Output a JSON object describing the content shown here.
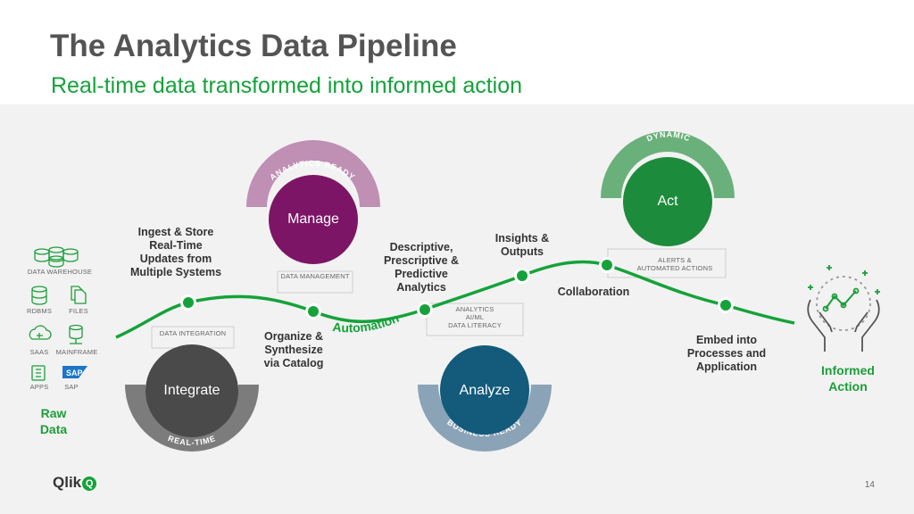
{
  "title": "The Analytics Data Pipeline",
  "subtitle": "Real-time data transformed into informed action",
  "sources": {
    "data_warehouse": "DATA WAREHOUSE",
    "rdbms": "RDBMS",
    "files": "FILES",
    "saas": "SAAS",
    "mainframe": "MAINFRAME",
    "apps": "APPS",
    "sap": "SAP",
    "sap_logo": "SAP"
  },
  "raw_data": [
    "Raw",
    "Data"
  ],
  "stages": {
    "integrate": {
      "label": "Integrate",
      "arc": "REAL-TIME",
      "box": "DATA INTEGRATION"
    },
    "manage": {
      "label": "Manage",
      "arc": "ANALYTICS READY",
      "box": "DATA MANAGEMENT"
    },
    "analyze": {
      "label": "Analyze",
      "arc": "BUSINESS READY",
      "box": [
        "ANALYTICS",
        "AI/ML",
        "DATA LITERACY"
      ]
    },
    "act": {
      "label": "Act",
      "arc": "DYNAMIC",
      "box": [
        "ALERTS &",
        "AUTOMATED ACTIONS"
      ]
    }
  },
  "steps": {
    "ingest": [
      "Ingest & Store",
      "Real-Time",
      "Updates from",
      "Multiple Systems"
    ],
    "organize": [
      "Organize &",
      "Synthesize",
      "via Catalog"
    ],
    "descriptive": [
      "Descriptive,",
      "Prescriptive &",
      "Predictive",
      "Analytics"
    ],
    "insights": [
      "Insights &",
      "Outputs"
    ],
    "collaboration": "Collaboration",
    "embed": [
      "Embed into",
      "Processes and",
      "Application"
    ]
  },
  "automation": "Automation",
  "informed_action": [
    "Informed",
    "Action"
  ],
  "logo": {
    "text": "Qlik",
    "mark": "Q"
  },
  "page_number": "14",
  "colors": {
    "title": "#545454",
    "accent_green": "#15a23a",
    "integrate": "#4a4a4a",
    "manage": "#7d1566",
    "analyze": "#135a7b",
    "act": "#1d8b3c"
  }
}
